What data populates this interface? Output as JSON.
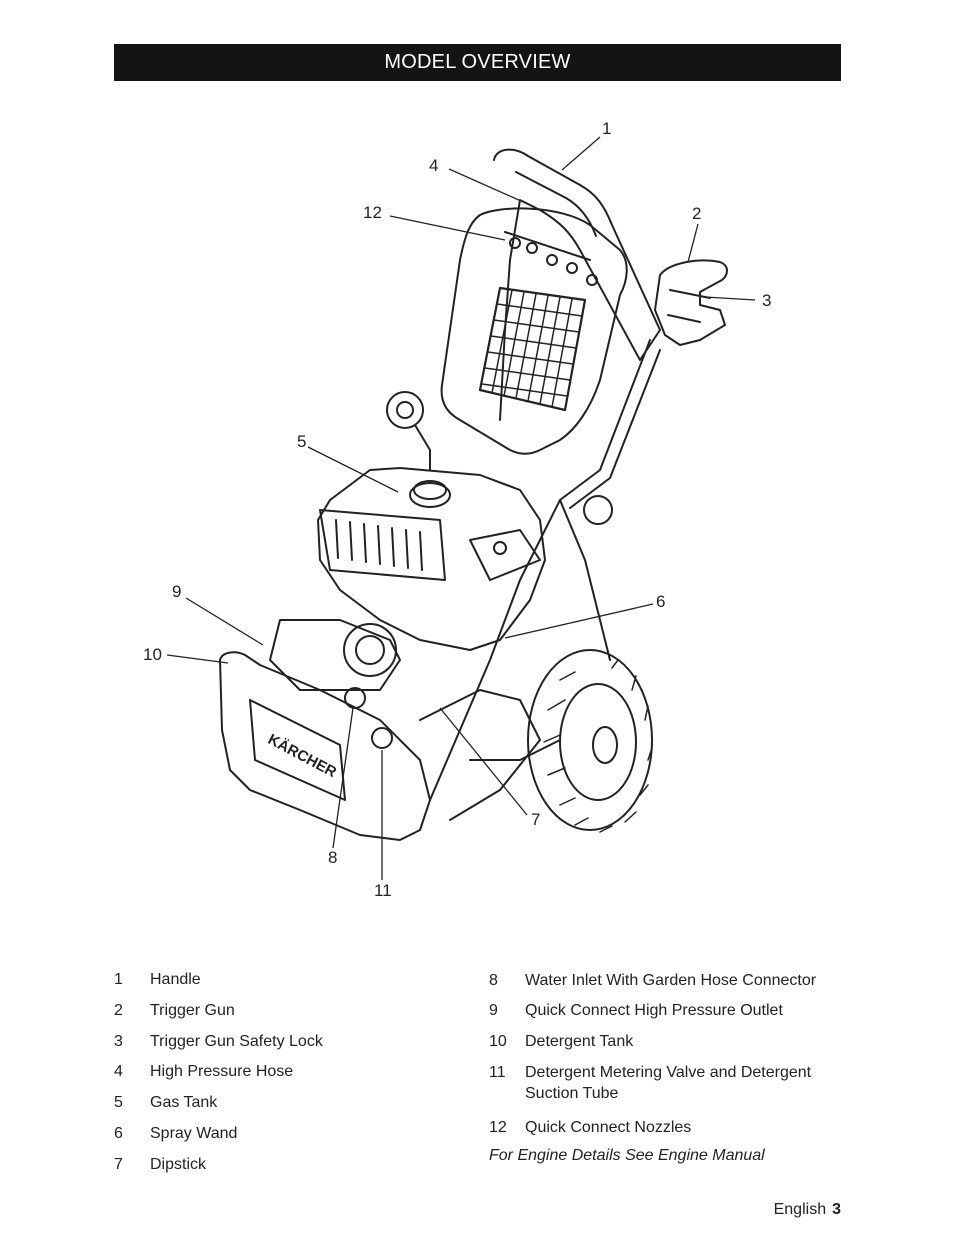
{
  "header": {
    "title": "MODEL OVERVIEW"
  },
  "figure": {
    "brand_text": "KÄRCHER",
    "callouts": [
      "1",
      "2",
      "3",
      "4",
      "5",
      "6",
      "7",
      "8",
      "9",
      "10",
      "11",
      "12"
    ]
  },
  "legend": {
    "left": [
      {
        "num": "1",
        "label": "Handle"
      },
      {
        "num": "2",
        "label": "Trigger Gun"
      },
      {
        "num": "3",
        "label": "Trigger Gun Safety Lock"
      },
      {
        "num": "4",
        "label": "High Pressure Hose"
      },
      {
        "num": "5",
        "label": "Gas Tank"
      },
      {
        "num": "6",
        "label": "Spray Wand"
      },
      {
        "num": "7",
        "label": "Dipstick"
      }
    ],
    "right": [
      {
        "num": "8",
        "label": "Water Inlet With Garden Hose Connector"
      },
      {
        "num": "9",
        "label": "Quick Connect High Pressure Outlet"
      },
      {
        "num": "10",
        "label": "Detergent Tank"
      },
      {
        "num": "11",
        "label": "Detergent Metering Valve and Detergent Suction Tube"
      },
      {
        "num": "12",
        "label": "Quick Connect Nozzles"
      }
    ],
    "note": "For Engine Details See Engine Manual"
  },
  "footer": {
    "language": "English",
    "page": "3"
  }
}
